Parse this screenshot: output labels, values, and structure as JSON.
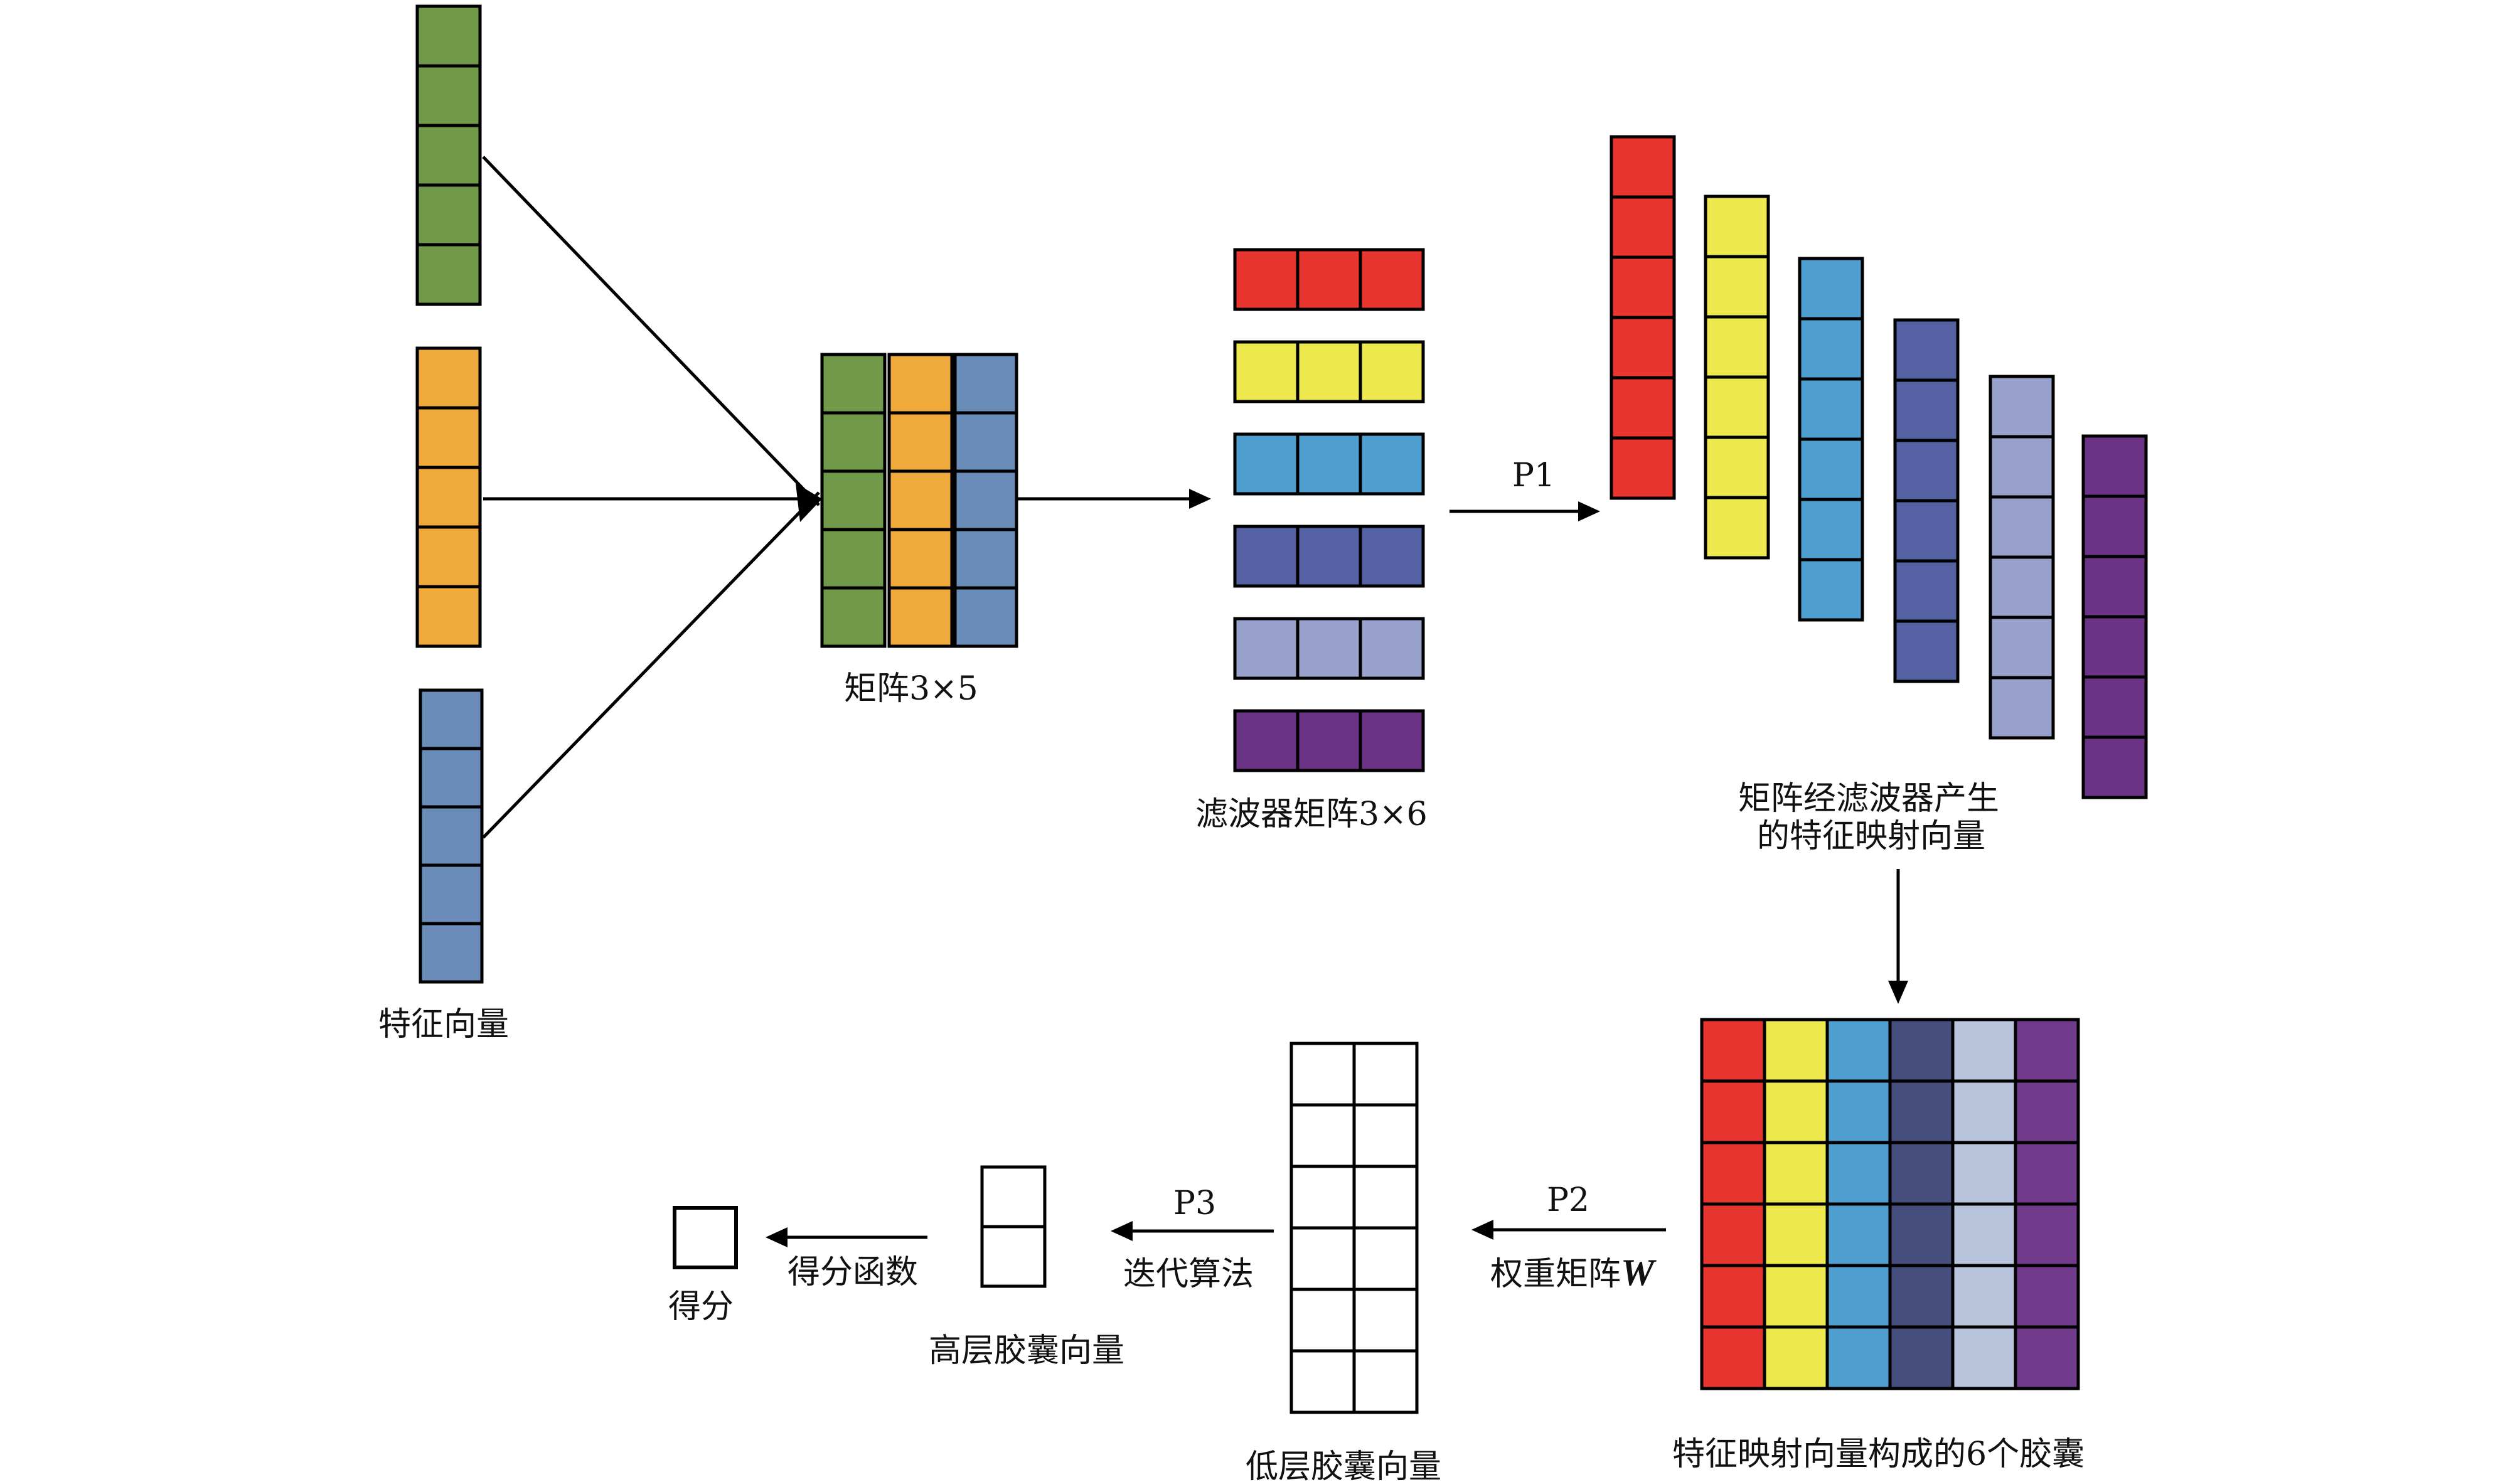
{
  "labels": {
    "feature_vectors": "特征向量",
    "matrix": "矩阵3×5",
    "filter_matrix": "滤波器矩阵3×6",
    "feature_map_line1": "矩阵经滤波器产生",
    "feature_map_line2": "的特征映射向量",
    "capsules": "特征映射向量构成的6个胶囊",
    "weight_matrix": "权重矩阵",
    "weight_symbol": "W",
    "p1": "P1",
    "p2": "P2",
    "p3": "P3",
    "low_capsule": "低层胶囊向量",
    "iterative_algorithm": "迭代算法",
    "high_capsule": "高层胶囊向量",
    "score_function": "得分函数",
    "score": "得分"
  },
  "colors": {
    "green": "#71994a",
    "orange": "#f0aa3c",
    "steel_blue": "#6a8cb8",
    "red": "#e8352f",
    "yellow": "#ece84d",
    "sky_blue": "#4e9fcf",
    "indigo": "#5462a3",
    "lavender": "#98a1cc",
    "purple": "#6b3386",
    "navy": "#454e7c",
    "pale_blue": "#b8c4dc",
    "capsule_purple": "#713a8a"
  },
  "filters": [
    "red",
    "yellow",
    "sky_blue",
    "indigo",
    "lavender",
    "purple"
  ],
  "capsule_columns": [
    "red",
    "yellow",
    "sky_blue",
    "navy",
    "pale_blue",
    "capsule_purple"
  ]
}
